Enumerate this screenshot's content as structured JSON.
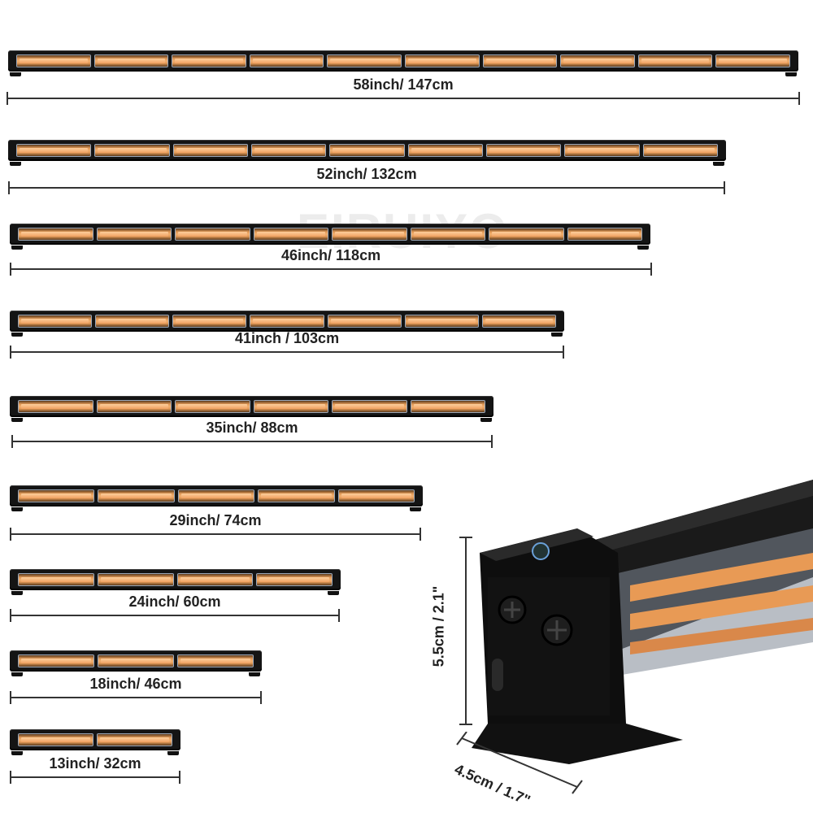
{
  "watermark": "EIRUIYO",
  "bars": [
    {
      "label": "58inch/ 147cm",
      "modules": 10
    },
    {
      "label": "52inch/ 132cm",
      "modules": 9
    },
    {
      "label": "46inch/ 118cm",
      "modules": 8
    },
    {
      "label": "41inch / 103cm",
      "modules": 7
    },
    {
      "label": "35inch/ 88cm",
      "modules": 6
    },
    {
      "label": "29inch/ 74cm",
      "modules": 5
    },
    {
      "label": "24inch/ 60cm",
      "modules": 4
    },
    {
      "label": "18inch/ 46cm",
      "modules": 3
    },
    {
      "label": "13inch/ 32cm",
      "modules": 2
    }
  ],
  "closeup": {
    "height_label": "5.5cm / 2.1\"",
    "depth_label": "4.5cm / 1.7\""
  },
  "colors": {
    "led": "#f0a060",
    "housing": "#141414"
  }
}
